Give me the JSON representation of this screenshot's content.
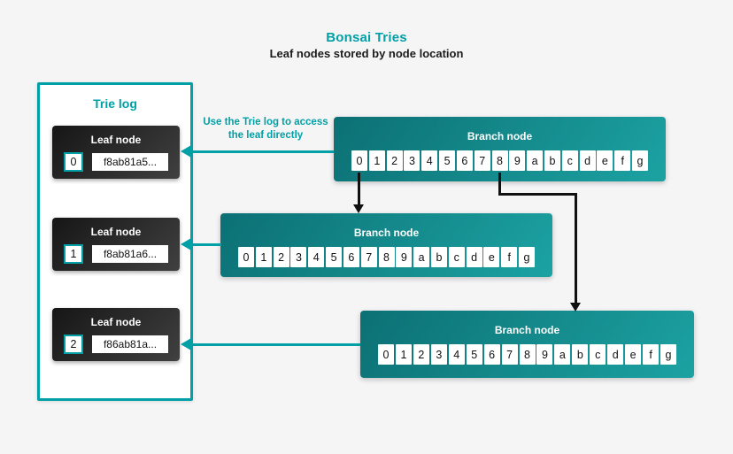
{
  "meta": {
    "title": "Bonsai Tries",
    "subtitle": "Leaf nodes stored by node location"
  },
  "colors": {
    "accent": "#00a0a6",
    "background": "#f5f5f6",
    "branch_gradient_start": "#0c7074",
    "branch_gradient_end": "#1ca2a2",
    "leaf_gradient_start": "#161616",
    "leaf_gradient_end": "#404040",
    "arrow_black": "#111111",
    "cell_background": "#ffffff"
  },
  "trie_log": {
    "title": "Trie log",
    "leaves": [
      {
        "label": "Leaf node",
        "index": "0",
        "hash": "f8ab81a5..."
      },
      {
        "label": "Leaf node",
        "index": "1",
        "hash": "f8ab81a6..."
      },
      {
        "label": "Leaf node",
        "index": "2",
        "hash": "f86ab81a..."
      }
    ]
  },
  "annotation": {
    "text": "Use the Trie log to access the leaf directly"
  },
  "branch_nodes": [
    {
      "label": "Branch node",
      "cells": [
        "0",
        "1",
        "2",
        "3",
        "4",
        "5",
        "6",
        "7",
        "8",
        "9",
        "a",
        "b",
        "c",
        "d",
        "e",
        "f",
        "g"
      ]
    },
    {
      "label": "Branch node",
      "cells": [
        "0",
        "1",
        "2",
        "3",
        "4",
        "5",
        "6",
        "7",
        "8",
        "9",
        "a",
        "b",
        "c",
        "d",
        "e",
        "f",
        "g"
      ]
    },
    {
      "label": "Branch node",
      "cells": [
        "0",
        "1",
        "2",
        "3",
        "4",
        "5",
        "6",
        "7",
        "8",
        "9",
        "a",
        "b",
        "c",
        "d",
        "e",
        "f",
        "g"
      ]
    }
  ]
}
